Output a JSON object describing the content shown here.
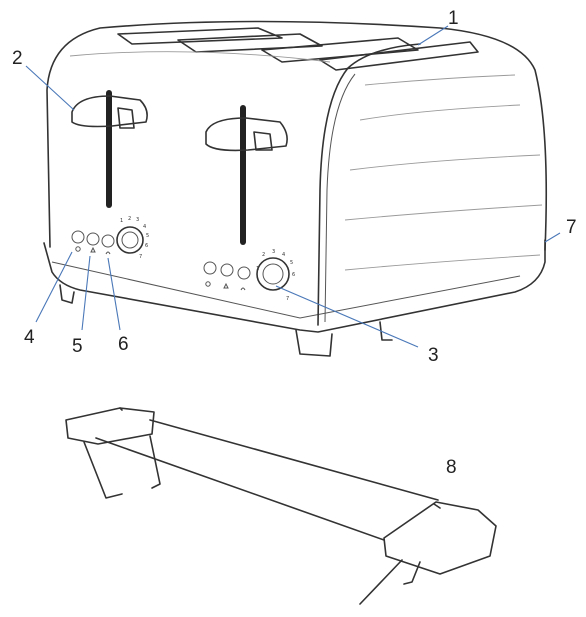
{
  "figure": {
    "subject": "four-slice toaster parts diagram",
    "callouts": [
      {
        "id": "1",
        "label": "1"
      },
      {
        "id": "2",
        "label": "2"
      },
      {
        "id": "3",
        "label": "3"
      },
      {
        "id": "4",
        "label": "4"
      },
      {
        "id": "5",
        "label": "5"
      },
      {
        "id": "6",
        "label": "6"
      },
      {
        "id": "7",
        "label": "7"
      },
      {
        "id": "8",
        "label": "8"
      }
    ],
    "dial_marks": [
      "1",
      "2",
      "3",
      "4",
      "5",
      "6",
      "7"
    ],
    "colors": {
      "line": "#333333",
      "leader": "#4a78b8",
      "text": "#222222"
    }
  }
}
